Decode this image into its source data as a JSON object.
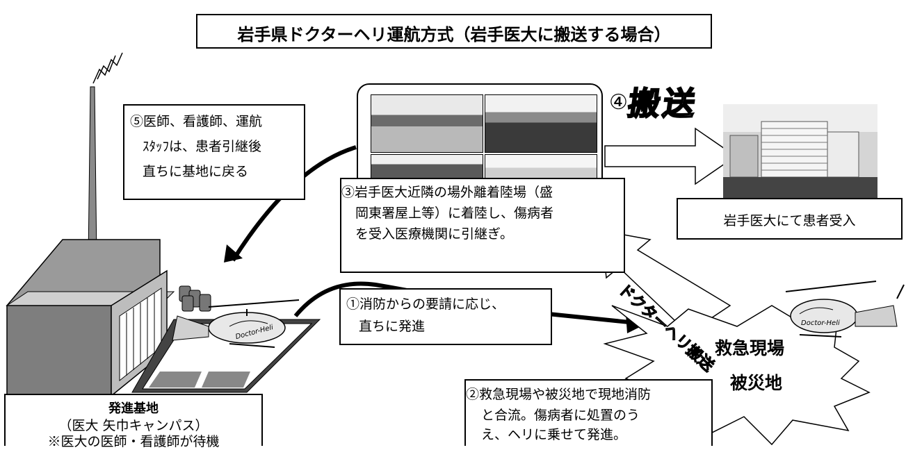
{
  "title": "岩手県ドクターヘリ運航方式（岩手医大に搬送する場合）",
  "step5": {
    "lines": [
      "⑤医師、看護師、運航",
      "ｽﾀｯﾌは、患者引継後",
      "直ちに基地に戻る"
    ]
  },
  "step3": {
    "lines": [
      "③岩手医大近隣の場外離着陸場（盛",
      "岡東署屋上等）に着陸し、傷病者",
      "を受入医療機関に引継ぎ。"
    ]
  },
  "step4": {
    "number": "④",
    "label": "搬送"
  },
  "hospital": {
    "label": "岩手医大にて患者受入"
  },
  "flight_arrow": {
    "label": "ドクターヘリ搬送"
  },
  "step1": {
    "lines": [
      "①消防からの要請に応じ、",
      "直ちに発進"
    ]
  },
  "scene": {
    "line1": "救急現場",
    "line2": "被災地"
  },
  "step2": {
    "lines": [
      "②救急現場や被災地で現地消防",
      "と合流。傷病者に処置のう",
      "え、ヘリに乗せて発進。"
    ]
  },
  "base": {
    "title": "発進基地",
    "line2": "（医大 矢巾キャンパス）",
    "line3": "※医大の医師・看護師が待機"
  },
  "helicopter_marking": "Doctor-Heli"
}
